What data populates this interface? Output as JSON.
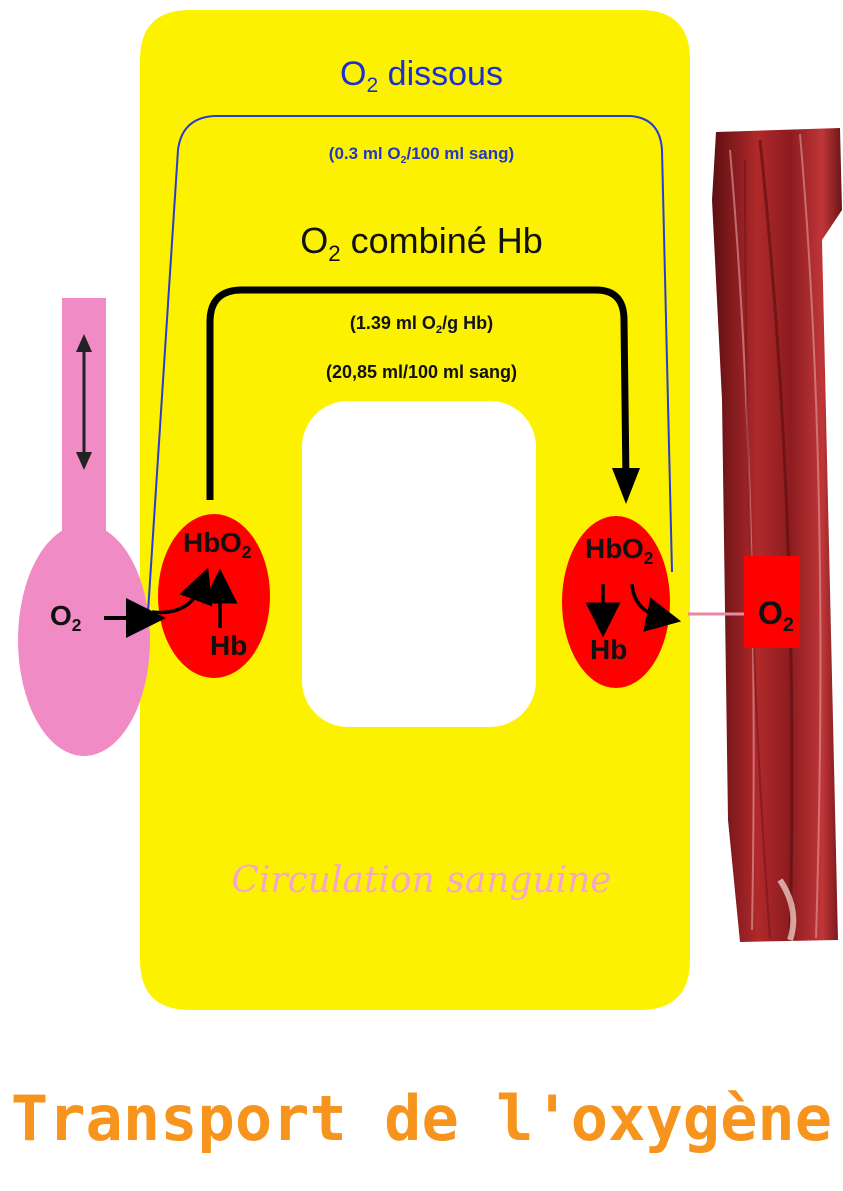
{
  "labels": {
    "o2": "O",
    "sub2": "2",
    "hb": "Hb",
    "dissous": " dissous",
    "dissous_rate_pre": "(0.3 ml O",
    "dissous_rate_post": "/100 ml sang)",
    "combine": " combiné Hb",
    "combine_rate_pre": "(1.39 ml O",
    "combine_rate_post": "/g Hb)",
    "combine_rate2": "(20,85 ml/100 ml sang)",
    "circulation": "Circulation sanguine",
    "title": "Transport de l'oxygène"
  },
  "colors": {
    "blood_area": "#fcf200",
    "lung": "#f08bc6",
    "cell": "#ff0000",
    "muscle": "#8a1f1f",
    "dissolved_path": "#2a3bd4",
    "combined_path": "#000000",
    "title": "#f7941d",
    "circulation_label": "#f4a7c8"
  },
  "icons": {
    "lung": "lung-balloon-icon",
    "muscle": "muscle-fiber-icon",
    "breathing": "double-arrow-icon"
  }
}
